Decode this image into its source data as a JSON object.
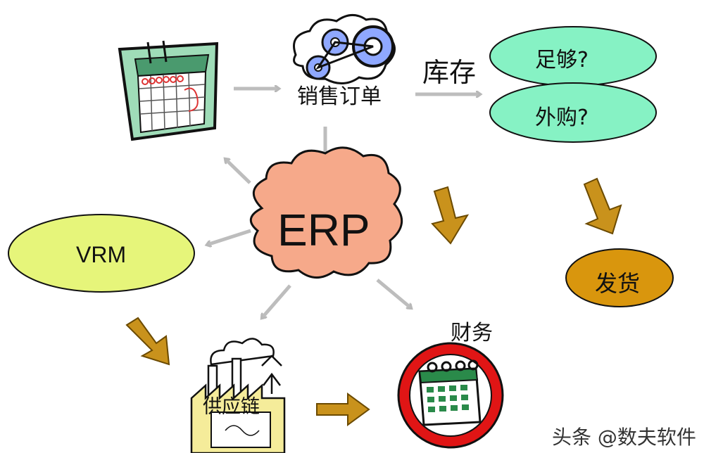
{
  "nodes": {
    "sales_order": "销售订单",
    "inventory": "库存",
    "enough": "足够?",
    "purchase": "外购?",
    "erp": "ERP",
    "vrm": "VRM",
    "ship": "发货",
    "finance": "财务",
    "supply_chain": "供应链"
  },
  "watermark": "头条 @数夫软件",
  "colors": {
    "cloud_fill": "#f6a98a",
    "vrm_fill": "#e6f57a",
    "decision_fill": "#86f2c4",
    "ship_fill": "#d9960d",
    "flow_arrow": "#c9921c",
    "connector_arrow": "#bfbfbf",
    "calendar_green": "#9fdcb8",
    "finance_red": "#e01515"
  },
  "icons": {
    "calendar": "calendar-icon",
    "gears": "gears-icon",
    "factory": "factory-icon",
    "finance_calendar": "calendar-clock-icon"
  }
}
